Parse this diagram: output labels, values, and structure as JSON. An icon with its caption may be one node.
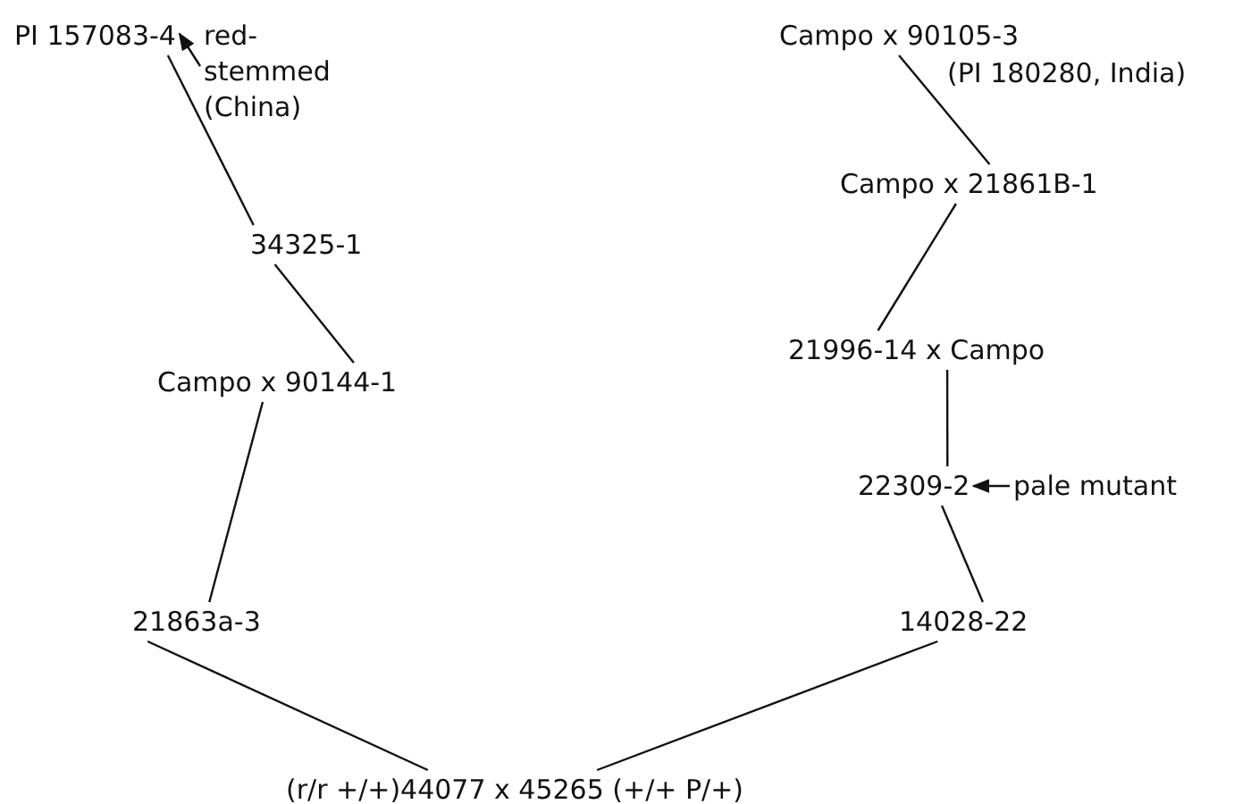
{
  "diagram": {
    "nodes": [
      {
        "text": [
          "PI 157083-4"
        ]
      },
      {
        "text": [
          "red-stemmed (China)"
        ]
      },
      {
        "text": [
          "34325-1"
        ]
      },
      {
        "text": [
          "Campo x 90144-1"
        ]
      },
      {
        "text": [
          "21863a-3"
        ]
      },
      {
        "text": [
          "Campo x 90105-3"
        ],
        "beside": [
          "(PI 180280, India)"
        ]
      },
      {
        "text": [
          "Campo x 21861B-1"
        ]
      },
      {
        "text": [
          "21996-14 x Campo"
        ]
      },
      {
        "text": [
          "22309-2"
        ]
      },
      {
        "text": [
          "pale mutant"
        ]
      },
      {
        "text": [
          "14028-22"
        ]
      },
      {
        "text": [
          "(r/r +/+)44077 x 45265 (+/+ P/+)"
        ]
      }
    ],
    "edges": [
      {
        "from": 0,
        "to": 2,
        "arrow": "none"
      },
      {
        "from": 2,
        "to": 3,
        "arrow": "none"
      },
      {
        "from": 3,
        "to": 4,
        "arrow": "none"
      },
      {
        "from": 5,
        "to": 6,
        "arrow": "none"
      },
      {
        "from": 6,
        "to": 7,
        "arrow": "none"
      },
      {
        "from": 7,
        "to": 8,
        "arrow": "none"
      },
      {
        "from": 8,
        "to": 10,
        "arrow": "none"
      },
      {
        "from": 4,
        "to": 11,
        "arrow": "none"
      },
      {
        "from": 10,
        "to": 11,
        "arrow": "none"
      },
      {
        "from": 1,
        "to": 0,
        "arrow": "to"
      },
      {
        "from": 9,
        "to": 8,
        "arrow": "to"
      }
    ]
  }
}
